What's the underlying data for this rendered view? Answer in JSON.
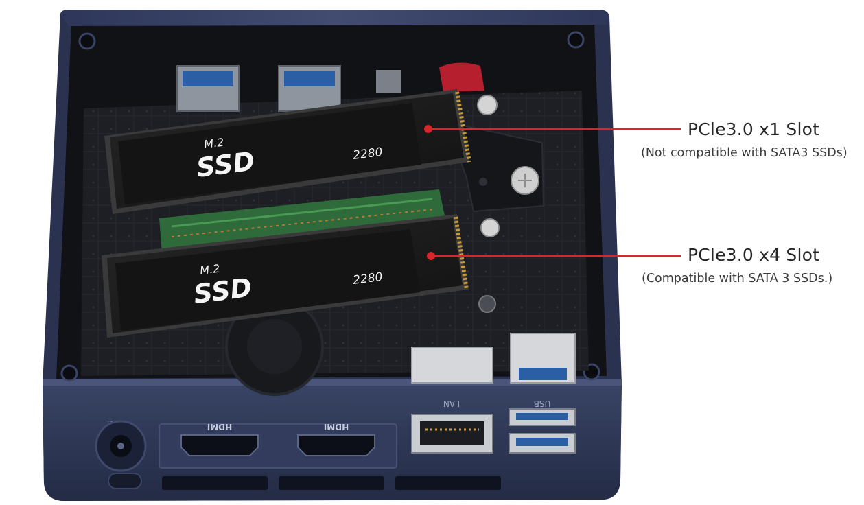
{
  "callouts": [
    {
      "title": "PCle3.0 x1 Slot",
      "note": "(Not compatible with SATA3 SSDs)"
    },
    {
      "title": "PCle3.0 x4 Slot",
      "note": "(Compatible with SATA 3 SSDs.)"
    }
  ],
  "ssds": [
    {
      "form_label": "M.2",
      "type_label": "SSD",
      "size_label": "2280"
    },
    {
      "form_label": "M.2",
      "type_label": "SSD",
      "size_label": "2280"
    }
  ],
  "ports": {
    "dc": "DC",
    "hdmi_1": "HDMI",
    "hdmi_2": "HDMI",
    "lan": "LAN",
    "usb": "USB"
  },
  "colors": {
    "chassis": "#2b3452",
    "callout_line": "#d8262c",
    "ssd_label": "#1b1b1b"
  }
}
